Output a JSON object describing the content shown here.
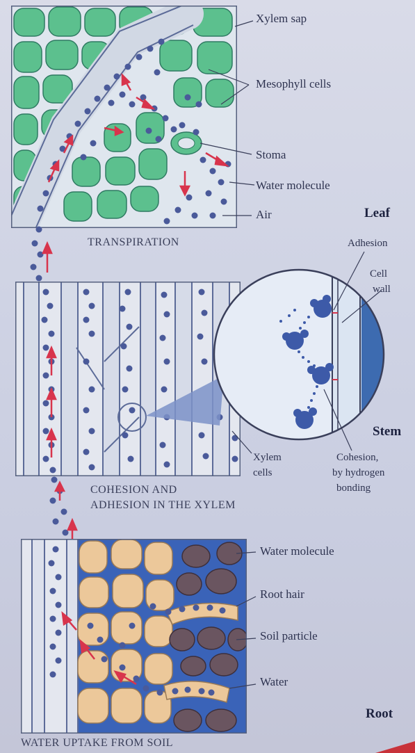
{
  "leaf_panel": {
    "labels": {
      "xylem_sap": "Xylem sap",
      "mesophyll": "Mesophyll cells",
      "stoma": "Stoma",
      "water_molecule": "Water molecule",
      "air": "Air"
    },
    "caption": "TRANSPIRATION",
    "section": "Leaf"
  },
  "stem_panel": {
    "labels": {
      "adhesion": "Adhesion",
      "cell_wall_1": "Cell",
      "cell_wall_2": "wall",
      "xylem_cells_1": "Xylem",
      "xylem_cells_2": "cells",
      "cohesion_1": "Cohesion,",
      "cohesion_2": "by hydrogen",
      "cohesion_3": "bonding"
    },
    "caption_1": "COHESION AND",
    "caption_2": "ADHESION IN THE XYLEM",
    "section": "Stem"
  },
  "root_panel": {
    "labels": {
      "water_molecule": "Water molecule",
      "root_hair": "Root hair",
      "soil_particle": "Soil particle",
      "water": "Water"
    },
    "caption": "WATER UPTAKE FROM SOIL",
    "section": "Root"
  },
  "colors": {
    "molecule": "#4a5a9a",
    "arrow": "#d8344c",
    "mesophyll": "#5cc08e",
    "root_cell": "#ecc89a",
    "soil": "#6a5560",
    "water_bg": "#3a63b8"
  }
}
